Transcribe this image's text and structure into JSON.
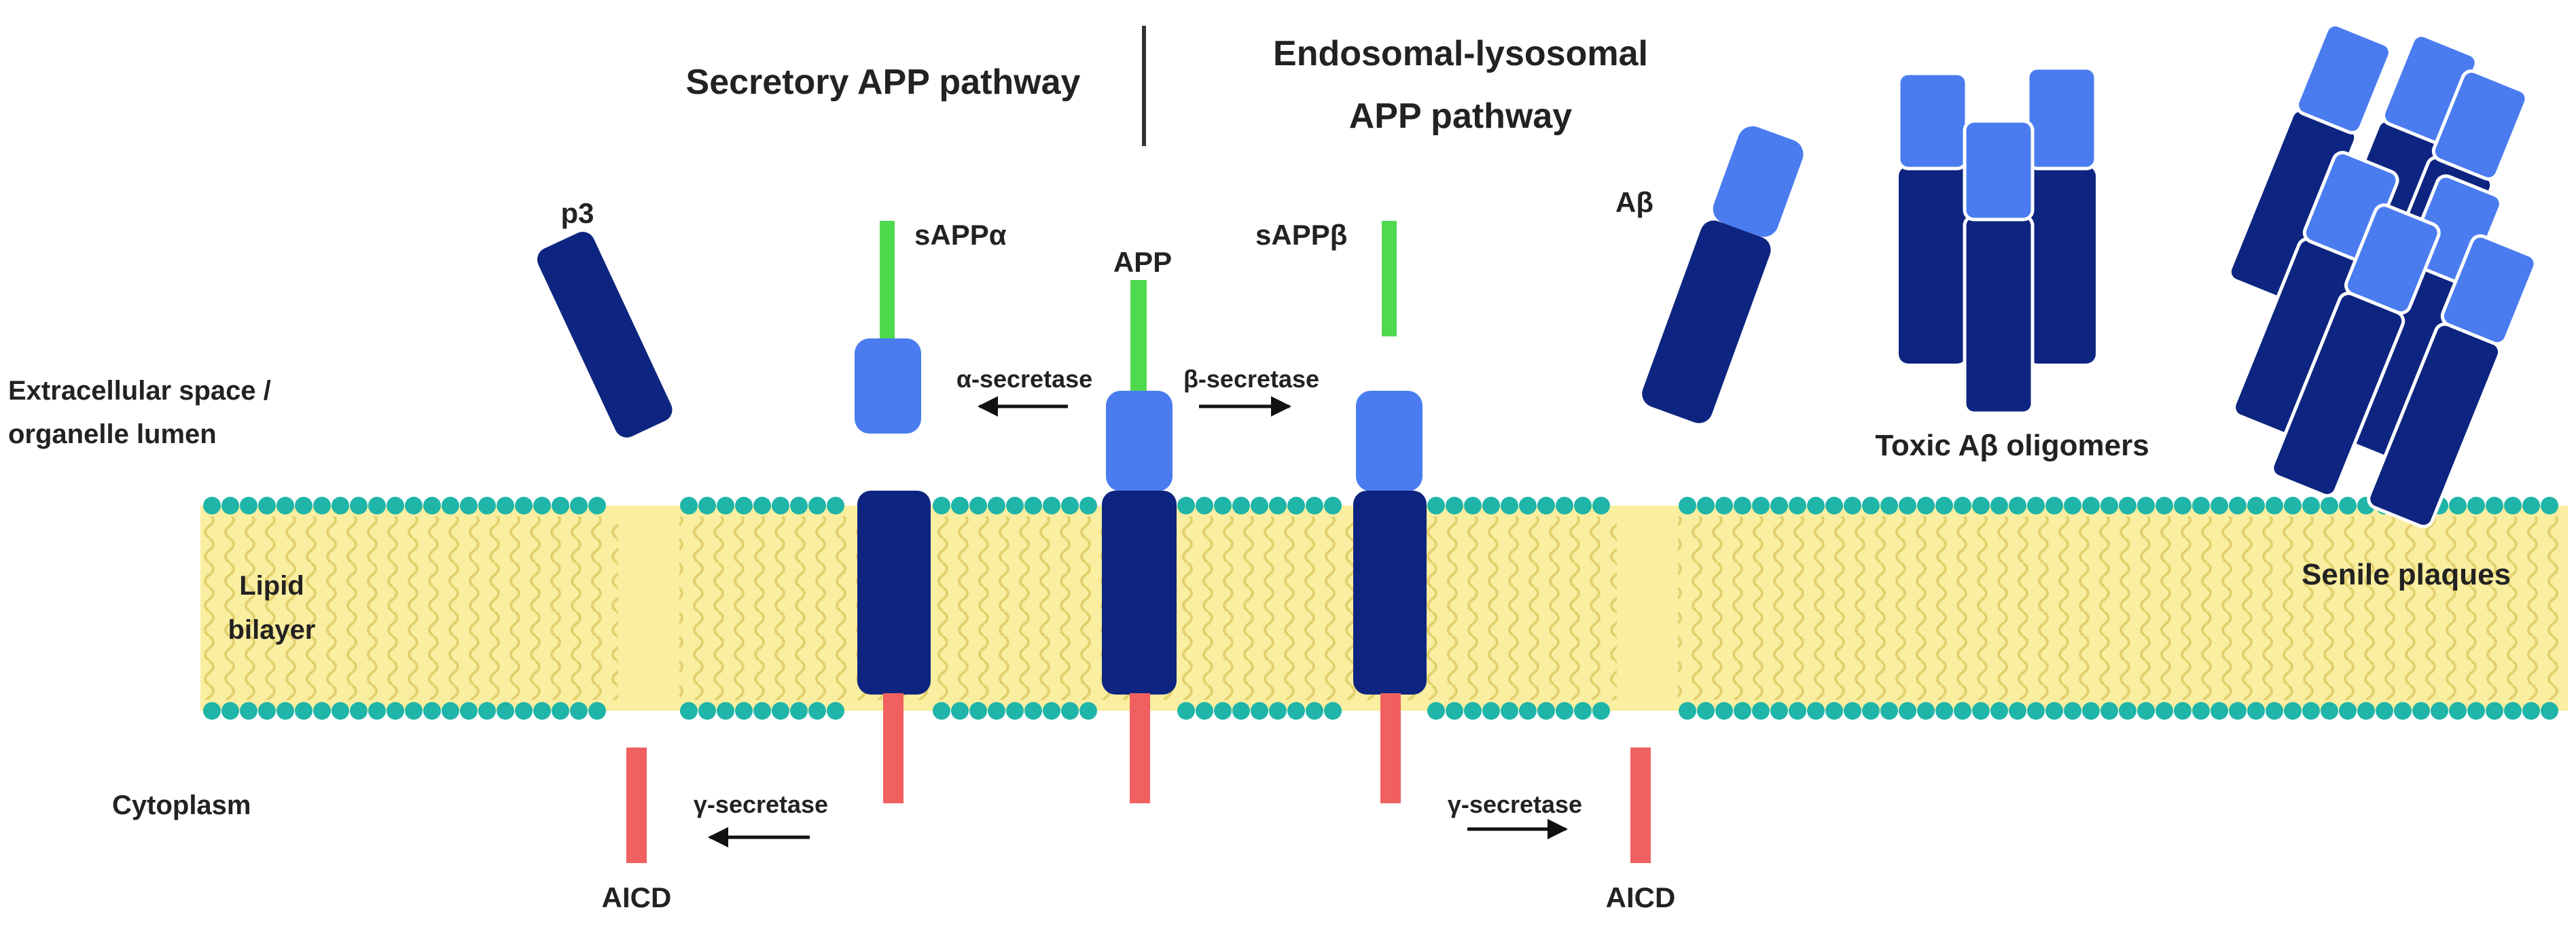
{
  "headings": {
    "secretory": "Secretory APP pathway",
    "endosomal_line1": "Endosomal-lysosomal",
    "endosomal_line2": "APP pathway"
  },
  "compartments": {
    "extracellular_line1": "Extracellular space /",
    "extracellular_line2": "organelle lumen",
    "lipid_line1": "Lipid",
    "lipid_line2": "bilayer",
    "cytoplasm": "Cytoplasm"
  },
  "molecules": {
    "p3": "p3",
    "sappa": "sAPPα",
    "app": "APP",
    "sappb": "sAPPβ",
    "abeta": "Aβ",
    "aicd_left": "AICD",
    "aicd_right": "AICD"
  },
  "enzymes": {
    "alpha": "α-secretase",
    "beta": "β-secretase",
    "gamma_left": "γ-secretase",
    "gamma_right": "γ-secretase"
  },
  "aggregates": {
    "oligomers": "Toxic Aβ oligomers",
    "plaques": "Senile plaques"
  },
  "colors": {
    "dark_blue": "#0d2580",
    "light_blue": "#4a7cf0",
    "green": "#4fd94f",
    "red": "#f06060",
    "bilayer": "#faeea0",
    "lipid_head": "#1fb5a8",
    "lipid_tail": "#e6d676",
    "text": "#222222"
  }
}
